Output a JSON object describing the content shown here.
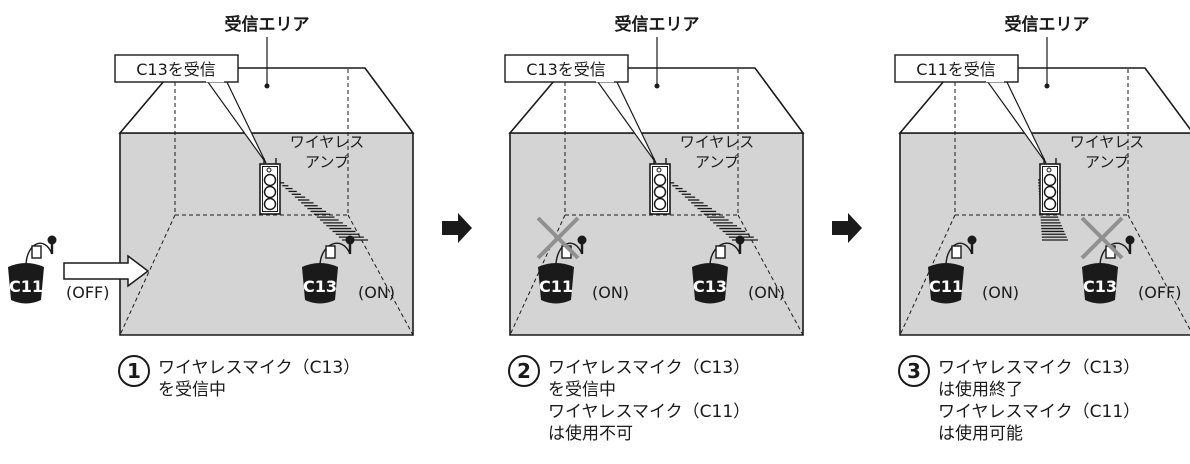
{
  "panels": [
    {
      "id": 1,
      "area_label": "受信エリア",
      "callout": "C13を受信",
      "amp_label": [
        "ワイヤレス",
        "アンプ"
      ],
      "mics": [
        {
          "name": "C11",
          "state": "(OFF)"
        },
        {
          "name": "C13",
          "state": "(ON)"
        }
      ],
      "step": "1",
      "caption": [
        "ワイヤレスマイク（C13）",
        "を受信中"
      ]
    },
    {
      "id": 2,
      "area_label": "受信エリア",
      "callout": "C13を受信",
      "amp_label": [
        "ワイヤレス",
        "アンプ"
      ],
      "mics": [
        {
          "name": "C11",
          "state": "(ON)"
        },
        {
          "name": "C13",
          "state": "(ON)"
        }
      ],
      "step": "2",
      "caption": [
        "ワイヤレスマイク（C13）",
        "を受信中",
        "ワイヤレスマイク（C11）",
        "は使用不可"
      ]
    },
    {
      "id": 3,
      "area_label": "受信エリア",
      "callout": "C11を受信",
      "amp_label": [
        "ワイヤレス",
        "アンプ"
      ],
      "mics": [
        {
          "name": "C11",
          "state": "(ON)"
        },
        {
          "name": "C13",
          "state": "(OFF)"
        }
      ],
      "step": "3",
      "caption": [
        "ワイヤレスマイク（C13）",
        "は使用終了",
        "ワイヤレスマイク（C11）",
        "は使用可能"
      ]
    }
  ],
  "colors": {
    "room_fill": "#d4d4d4",
    "ink": "#1a1a1a",
    "cross": "#909090"
  }
}
